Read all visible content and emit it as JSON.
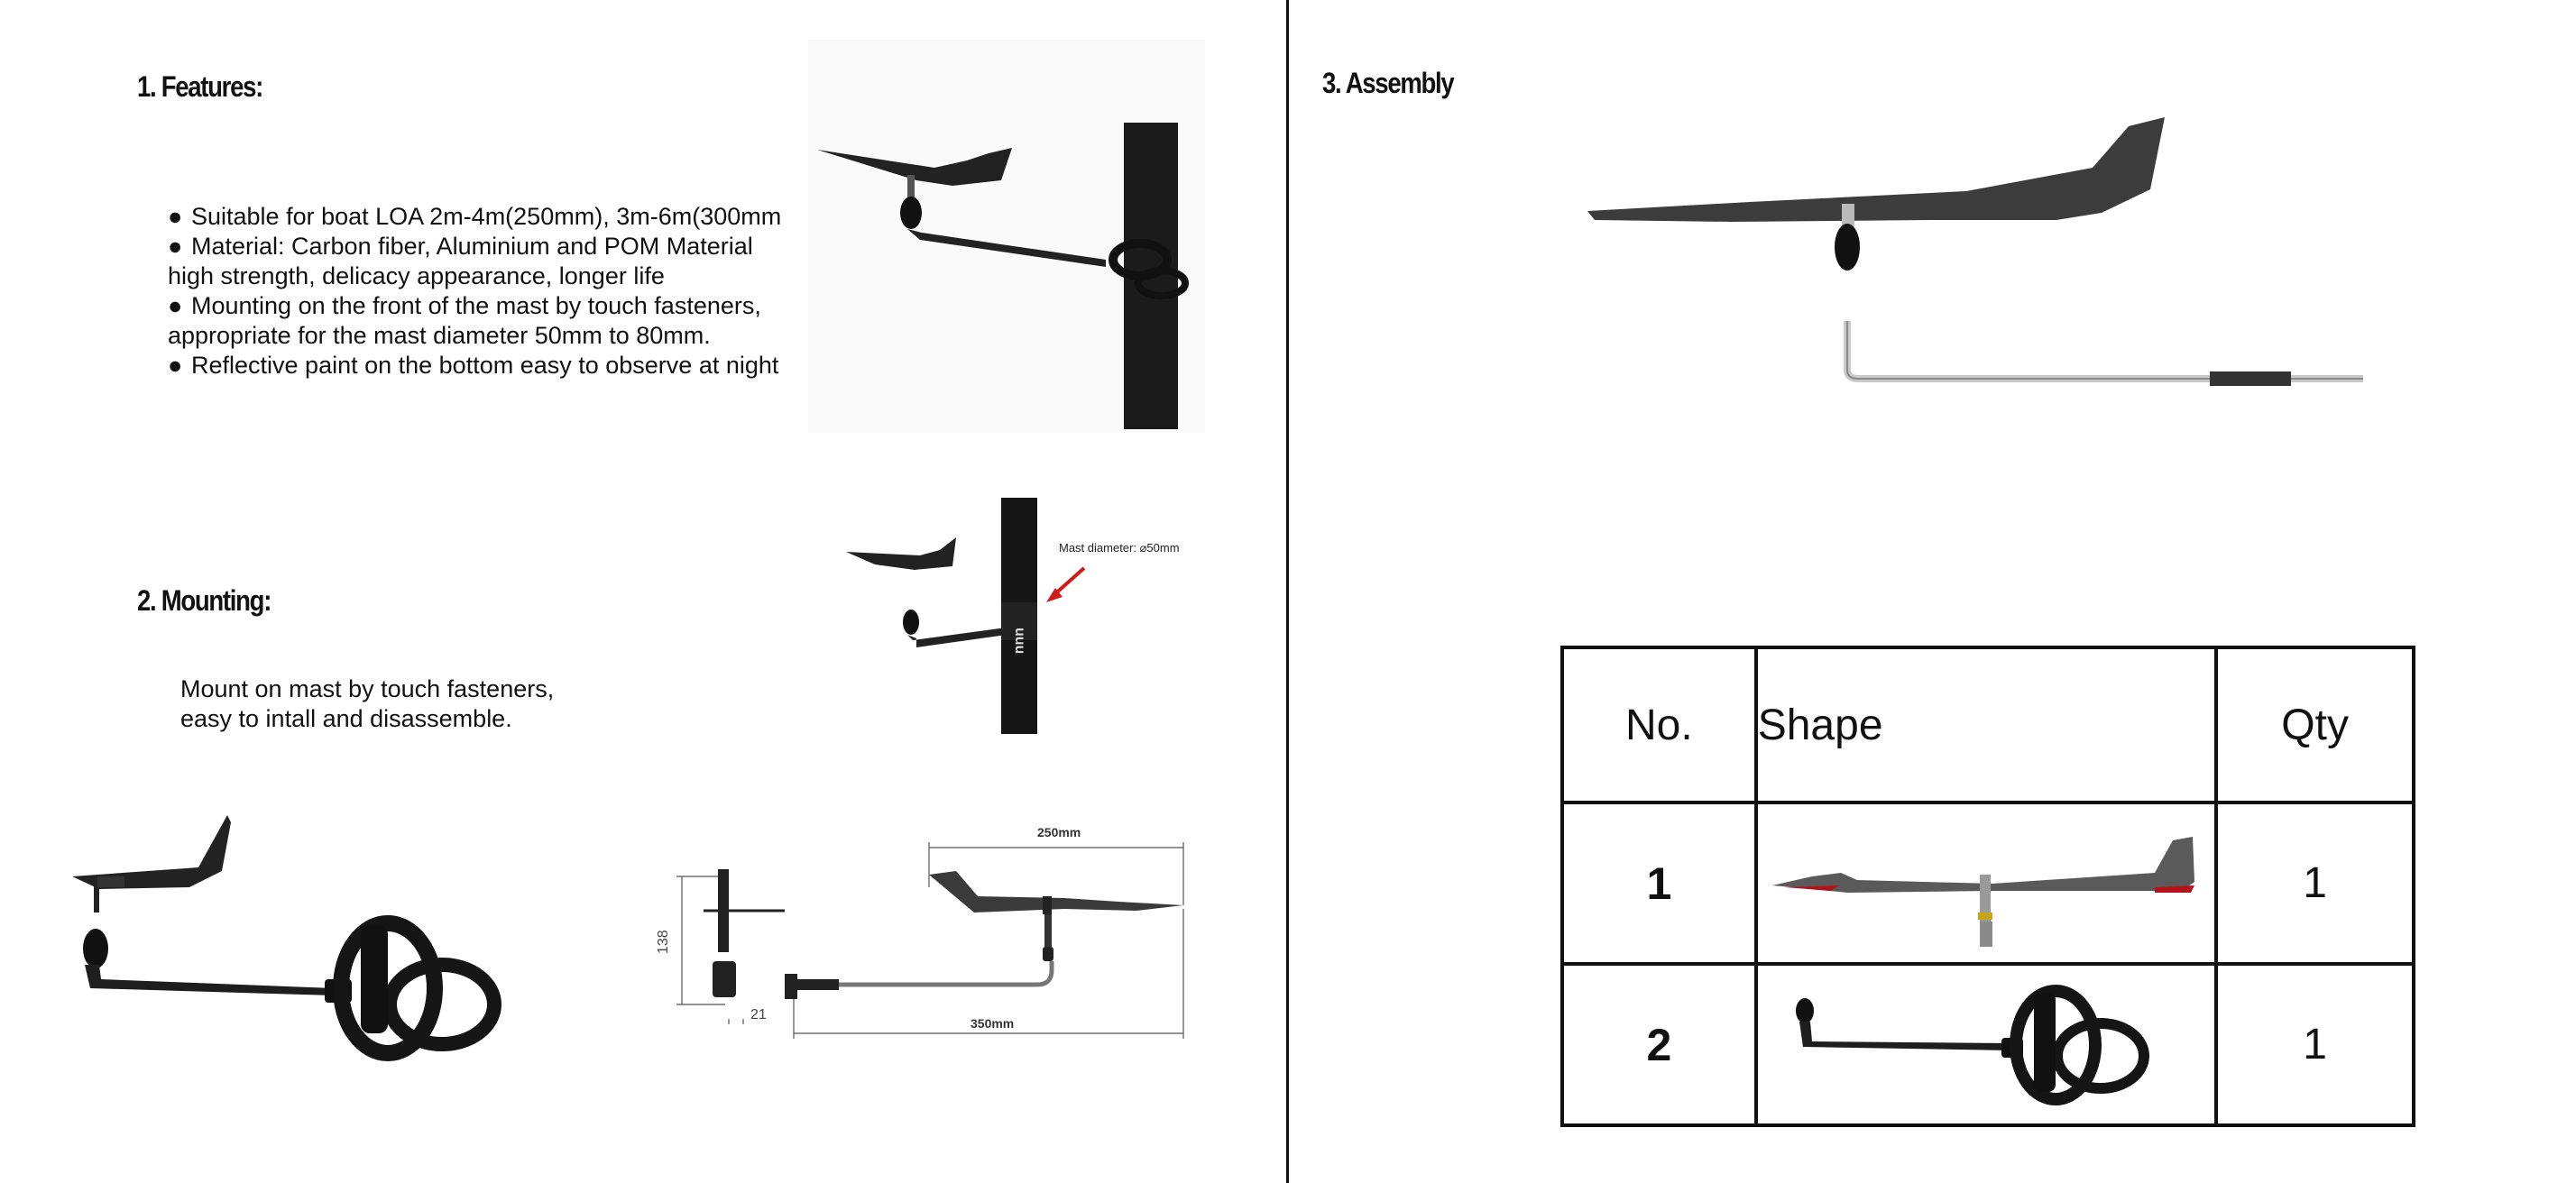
{
  "features": {
    "heading": "1. Features:",
    "bullet_char": "●",
    "lines": [
      {
        "bullet": true,
        "text": "Suitable for boat LOA 2m-4m(250mm), 3m-6m(300mm"
      },
      {
        "bullet": true,
        "text": "Material: Carbon fiber, Aluminium and POM Material"
      },
      {
        "bullet": false,
        "text": "high strength, delicacy appearance, longer life"
      },
      {
        "bullet": true,
        "text": "Mounting on the front of the mast by touch fasteners,"
      },
      {
        "bullet": false,
        "text": "appropriate for the mast diameter 50mm to 80mm."
      },
      {
        "bullet": true,
        "text": "Reflective paint on the bottom easy to observe at night"
      }
    ]
  },
  "mounting": {
    "heading": "2. Mounting:",
    "text_line1": "Mount on mast by touch fasteners,",
    "text_line2": "easy to intall and disassemble.",
    "mast_note": "Mast diameter: ⌀50mm"
  },
  "drawing": {
    "dim_top": "250mm",
    "dim_bottom": "350mm",
    "dim_height": "138",
    "dim_small": "21"
  },
  "assembly": {
    "heading": "3. Assembly",
    "table": {
      "headers": {
        "no": "No.",
        "shape": "Shape",
        "qty": "Qty"
      },
      "rows": [
        {
          "no": "1",
          "qty": "1",
          "shape_icon": "wind-vane-indicator"
        },
        {
          "no": "2",
          "qty": "1",
          "shape_icon": "bracket-arm-with-clamp"
        }
      ]
    }
  },
  "colors": {
    "carbon": "#3a3a3a",
    "reflective": "#b3121b",
    "arrow": "#d11a1a",
    "rod": "#cfcfcf"
  }
}
